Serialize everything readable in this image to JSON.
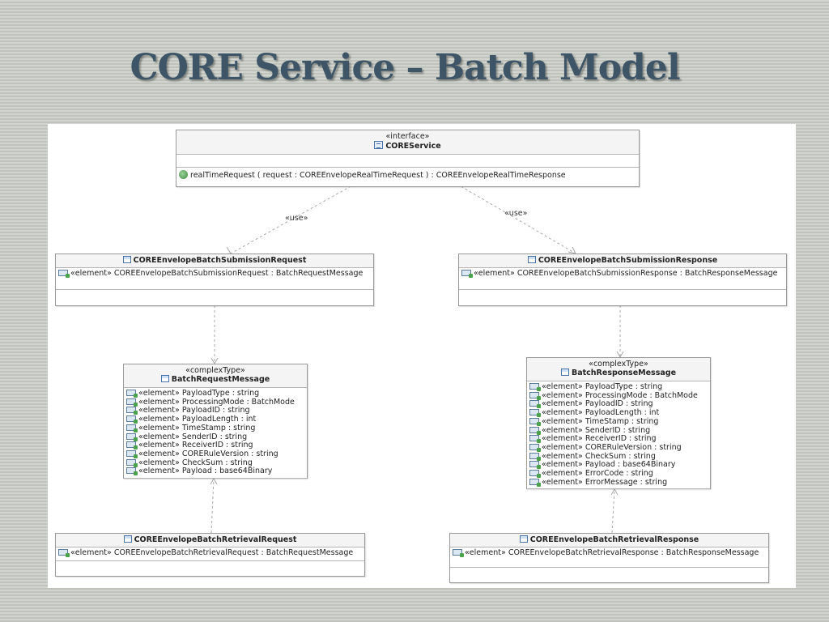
{
  "slide_title": "CORE Service – Batch Model",
  "use_label": "«use»",
  "interface_box": {
    "stereotype": "«interface»",
    "name": "COREService",
    "operation": "realTimeRequest ( request : COREEnvelopeRealTimeRequest ) : COREEnvelopeRealTimeResponse"
  },
  "sub_request": {
    "name": "COREEnvelopeBatchSubmissionRequest",
    "element": "«element» COREEnvelopeBatchSubmissionRequest : BatchRequestMessage"
  },
  "sub_response": {
    "name": "COREEnvelopeBatchSubmissionResponse",
    "element": "«element» COREEnvelopeBatchSubmissionResponse : BatchResponseMessage"
  },
  "batch_request": {
    "stereotype": "«complexType»",
    "name": "BatchRequestMessage",
    "elements": [
      "«element» PayloadType : string",
      "«element» ProcessingMode : BatchMode",
      "«element» PayloadID : string",
      "«element» PayloadLength : int",
      "«element» TimeStamp : string",
      "«element» SenderID : string",
      "«element» ReceiverID : string",
      "«element» CORERuleVersion : string",
      "«element» CheckSum : string",
      "«element» Payload : base64Binary"
    ]
  },
  "batch_response": {
    "stereotype": "«complexType»",
    "name": "BatchResponseMessage",
    "elements": [
      "«element» PayloadType : string",
      "«element» ProcessingMode : BatchMode",
      "«element» PayloadID : string",
      "«element» PayloadLength : int",
      "«element» TimeStamp : string",
      "«element» SenderID : string",
      "«element» ReceiverID : string",
      "«element» CORERuleVersion : string",
      "«element» CheckSum : string",
      "«element» Payload : base64Binary",
      "«element» ErrorCode : string",
      "«element» ErrorMessage : string"
    ]
  },
  "ret_request": {
    "name": "COREEnvelopeBatchRetrievalRequest",
    "element": "«element» COREEnvelopeBatchRetrievalRequest : BatchRequestMessage"
  },
  "ret_response": {
    "name": "COREEnvelopeBatchRetrievalResponse",
    "element": "«element» COREEnvelopeBatchRetrievalResponse : BatchResponseMessage"
  }
}
